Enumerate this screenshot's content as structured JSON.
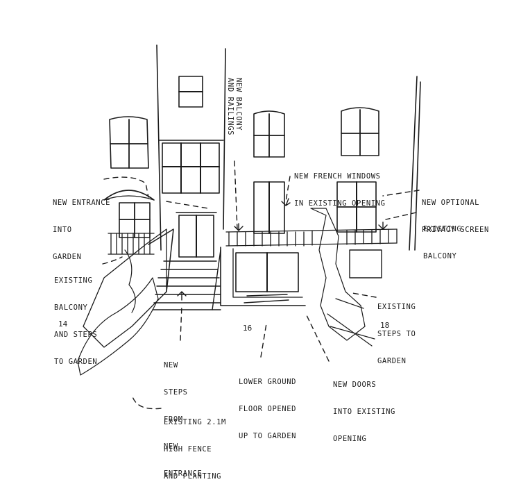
{
  "annotations": {
    "new_entrance": [
      "NEW ENTRANCE",
      "INTO",
      "GARDEN"
    ],
    "new_balcony": [
      "NEW BALCONY",
      "AND RAILINGS"
    ],
    "french_windows": [
      "NEW FRENCH WINDOWS",
      "IN EXISTING OPENING"
    ],
    "privacy_screen": [
      "NEW OPTIONAL",
      "PRIVACY SCREEN"
    ],
    "existing_balcony": [
      "EXISTING",
      "BALCONY"
    ],
    "existing_balcony_steps": [
      "EXISTING",
      "BALCONY",
      "AND STEPS",
      "TO GARDEN"
    ],
    "existing_steps": [
      "EXISTING",
      "STEPS TO",
      "GARDEN"
    ],
    "new_steps": [
      "NEW",
      "STEPS",
      "FROM",
      "NEW",
      "ENTRANCE"
    ],
    "lower_ground": [
      "LOWER GROUND",
      "FLOOR OPENED",
      "UP TO GARDEN"
    ],
    "new_doors": [
      "NEW DOORS",
      "INTO EXISTING",
      "OPENING"
    ],
    "fence": [
      "EXISTING 2.1m",
      "HIGH FENCE",
      "AND PLANTING"
    ]
  },
  "house_numbers": {
    "left": "14",
    "middle": "16",
    "right": "18"
  }
}
